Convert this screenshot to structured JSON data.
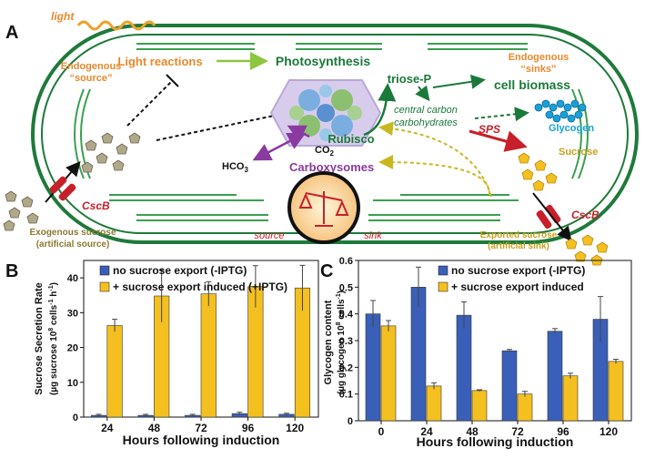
{
  "panelA": {
    "letter": "A",
    "light": "light",
    "endogenous_source_1": "Endogenous",
    "endogenous_source_2": "“source”",
    "light_reactions": "Light reactions",
    "photosynthesis": "Photosynthesis",
    "triose_p": "triose-P",
    "central_carbon_1": "central carbon",
    "central_carbon_2": "carbohydrates",
    "rubisco": "Rubisco",
    "co2": "CO",
    "co2_sub": "2",
    "hco3": "HCO",
    "hco3_sub": "3",
    "carboxysomes": "Carboxysomes",
    "endogenous_sinks_1": "Endogenous",
    "endogenous_sinks_2": "“sinks”",
    "cell_biomass": "cell biomass",
    "glycogen": "Glycogen",
    "sps": "SPS",
    "sucrose": "Sucrose",
    "cscb_left": "CscB",
    "cscb_right": "CscB",
    "exogenous_1": "Exogenous sucrose",
    "exogenous_2": "(artificial source)",
    "exported_1": "Exported sucrose",
    "exported_2": "(artificial sink)",
    "source": "source",
    "sink": "sink",
    "colors": {
      "membrane": "#1e7a3a",
      "orange": "#e8882a",
      "green": "#1a7a3a",
      "purple": "#8a3aa0",
      "red": "#c8202a",
      "sucrose": "#f4c020",
      "glycogen": "#1aa0d8"
    }
  },
  "chart_data": [
    {
      "type": "bar",
      "panel": "B",
      "ylabel_1": "Sucrose Secretion Rate",
      "ylabel_2": "(µg sucrose  10",
      "ylabel_2b": "8",
      "ylabel_2c": " cells",
      "ylabel_2d": "-1",
      "ylabel_2e": " h",
      "ylabel_2f": "-1",
      "ylabel_2g": ")",
      "xlabel": "Hours following induction",
      "categories": [
        "24",
        "48",
        "72",
        "96",
        "120"
      ],
      "yticks": [
        "0",
        "10",
        "20",
        "30",
        "40"
      ],
      "ylim": [
        0,
        45
      ],
      "series": [
        {
          "name": "no sucrose export (-IPTG)",
          "color": "#3a5fb8",
          "values": [
            0.5,
            0.5,
            0.5,
            1.0,
            0.8
          ],
          "errors": [
            0.3,
            0.3,
            0.3,
            0.4,
            0.3
          ]
        },
        {
          "name": "+ sucrose export induced (+IPTG)",
          "color": "#f4c020",
          "values": [
            26.3,
            34.8,
            35.4,
            37.5,
            37.1
          ],
          "errors": [
            1.8,
            7.5,
            3.5,
            6.0,
            6.5
          ]
        }
      ]
    },
    {
      "type": "bar",
      "panel": "C",
      "ylabel_1": "Glycogen content",
      "ylabel_2": "(µg glycogen  10",
      "ylabel_2b": "8",
      "ylabel_2c": " cells",
      "ylabel_2d": "-1",
      "ylabel_2e": ")",
      "xlabel": "Hours following induction",
      "categories": [
        "0",
        "24",
        "48",
        "72",
        "96",
        "120"
      ],
      "yticks": [
        "0",
        "0.1",
        "0.2",
        "0.3",
        "0.4",
        "0.5",
        "0.6"
      ],
      "ylim": [
        0,
        0.6
      ],
      "series": [
        {
          "name": "no sucrose export (-IPTG)",
          "color": "#3a5fb8",
          "values": [
            0.4,
            0.5,
            0.395,
            0.262,
            0.335,
            0.38
          ],
          "errors": [
            0.05,
            0.075,
            0.05,
            0.005,
            0.01,
            0.085
          ]
        },
        {
          "name": "+ sucrose export induced",
          "color": "#f4c020",
          "values": [
            0.355,
            0.13,
            0.113,
            0.1,
            0.168,
            0.222
          ],
          "errors": [
            0.02,
            0.012,
            0.003,
            0.01,
            0.01,
            0.008
          ]
        }
      ]
    }
  ]
}
